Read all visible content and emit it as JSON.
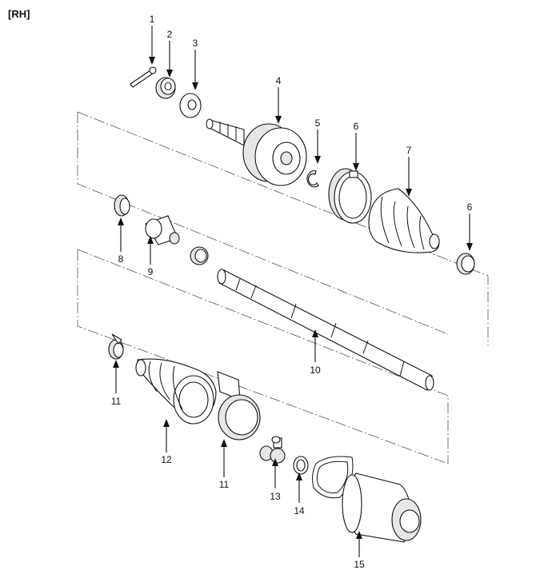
{
  "header": {
    "side_label": "[RH]"
  },
  "callouts": [
    "1",
    "2",
    "3",
    "4",
    "5",
    "6",
    "7",
    "6",
    "8",
    "9",
    "10",
    "11",
    "12",
    "11",
    "13",
    "14",
    "15"
  ]
}
